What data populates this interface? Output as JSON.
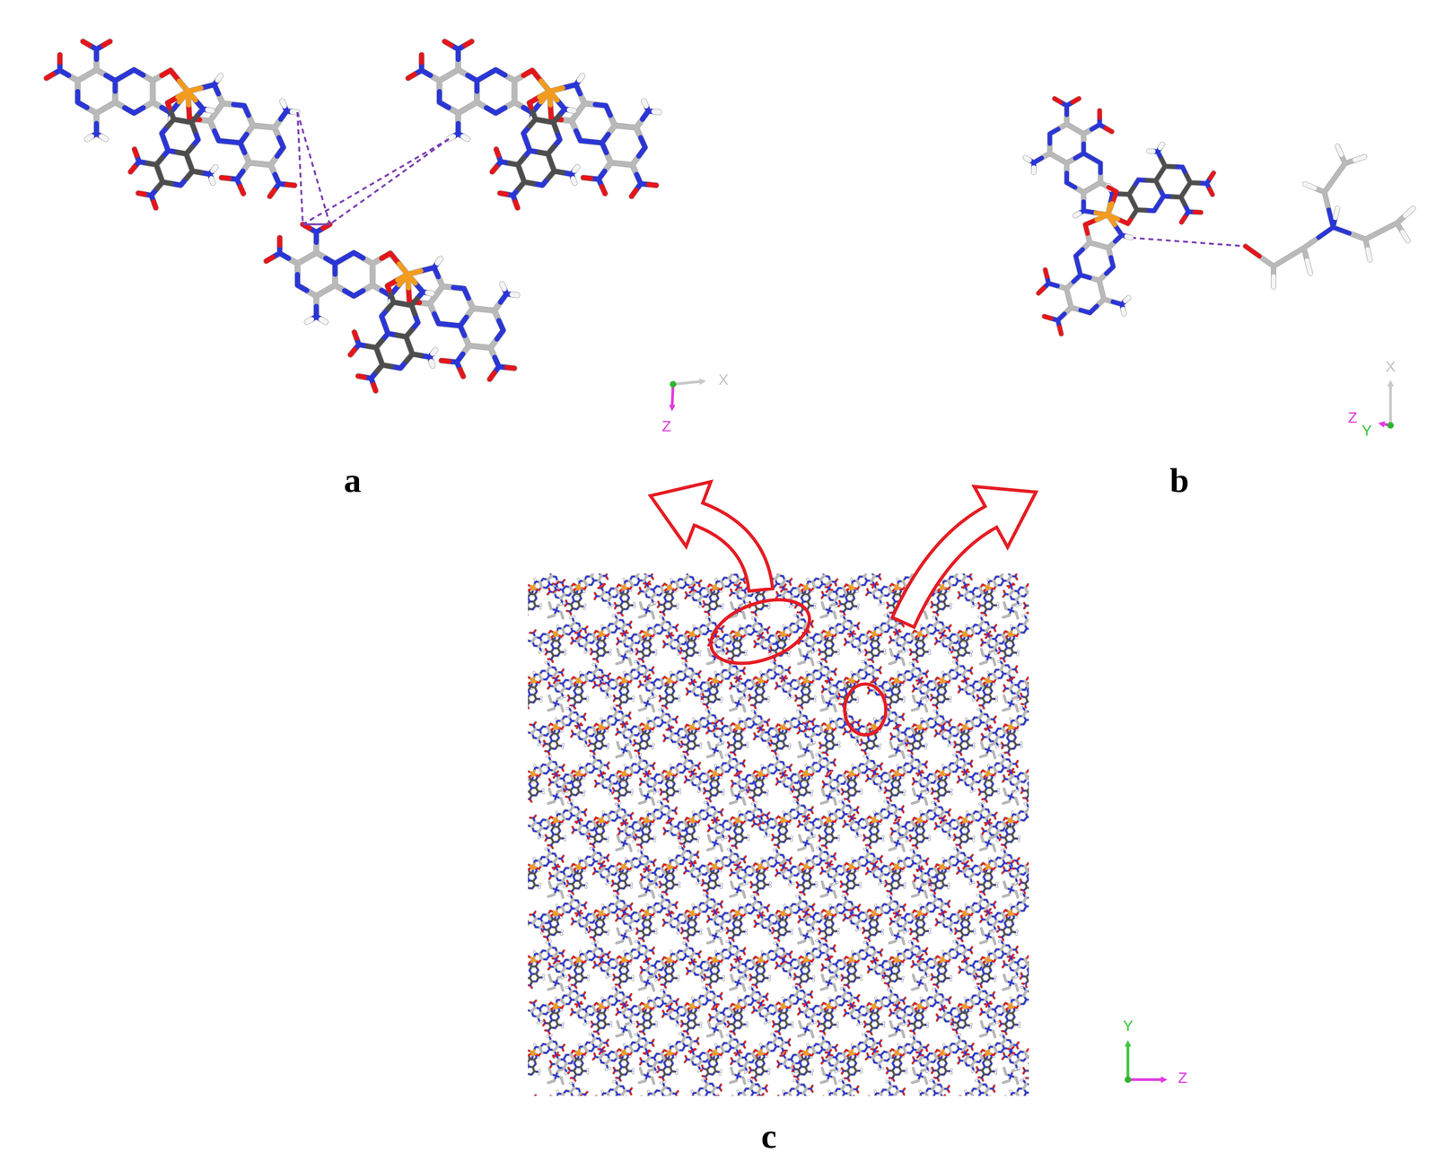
{
  "diagram": {
    "labels": [
      "X",
      "Z",
      "a",
      "X",
      "Z",
      "Y",
      "b",
      "Y",
      "Z",
      "c"
    ]
  }
}
